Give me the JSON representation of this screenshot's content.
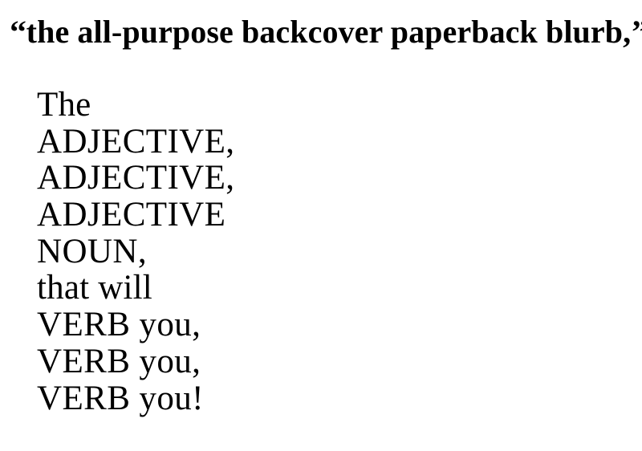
{
  "document": {
    "background_color": "#ffffff",
    "text_color": "#000000",
    "headline": {
      "open_quote": "‘‘",
      "text": "the all-purpose backcover paperback blurb,",
      "close_quote": "’’",
      "full_text": "‘‘the all-purpose backcover paperback blurb,’’"
    },
    "stanza": {
      "lines": [
        {
          "text": "The",
          "style": "plain"
        },
        {
          "text": "ADJECTIVE,",
          "style": "slot"
        },
        {
          "text": "ADJECTIVE,",
          "style": "slot"
        },
        {
          "text": "ADJECTIVE",
          "style": "slot"
        },
        {
          "text": "NOUN,",
          "style": "slot"
        },
        {
          "text": "that will",
          "style": "plain"
        },
        {
          "text": "VERB you,",
          "style": "slot"
        },
        {
          "text": "VERB you,",
          "style": "slot"
        },
        {
          "text": "VERB you!",
          "style": "slot"
        }
      ]
    }
  }
}
